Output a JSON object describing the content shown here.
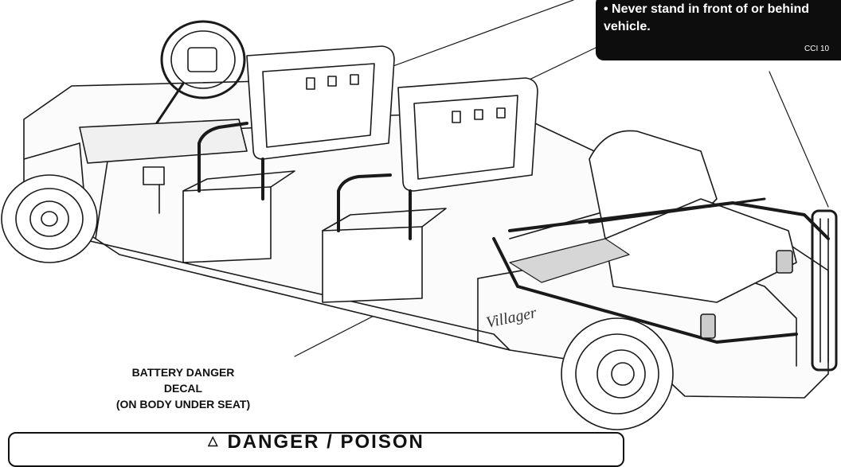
{
  "callout": {
    "line1": "• Never stand in front of or behind",
    "line2": "vehicle.",
    "code": "CCI 10"
  },
  "label": {
    "line1": "BATTERY DANGER",
    "line2": "DECAL",
    "line3": "(ON BODY UNDER SEAT)"
  },
  "brand_mark": "Villager",
  "danger_sign": {
    "icon": "warning-triangle-icon",
    "title": "DANGER / POISON"
  }
}
